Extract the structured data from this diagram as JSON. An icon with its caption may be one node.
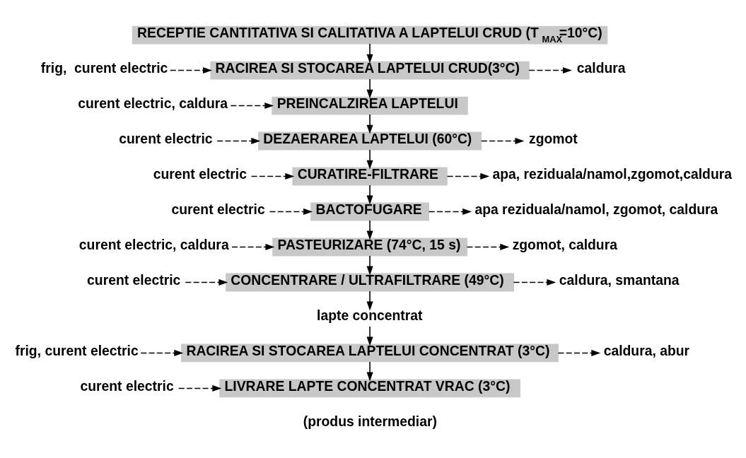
{
  "diagram": {
    "nodes": [
      {
        "text": [
          "RECEPTIE CANTITATIVA SI CALITATIVA A LAPTELUI CRUD (T$_{MAX}$=10°C)"
        ]
      },
      {
        "text": [
          "frig,  curent electric"
        ]
      },
      {
        "text": [
          "RACIREA SI STOCAREA LAPTELUI CRUD(3°C)"
        ]
      },
      {
        "text": [
          "caldura"
        ]
      },
      {
        "text": [
          "curent electric, caldura"
        ]
      },
      {
        "text": [
          "PREINCALZIREA LAPTELUI"
        ]
      },
      {
        "text": [
          "curent electric"
        ]
      },
      {
        "text": [
          "DEZAERAREA LAPTELUI (60°C)"
        ]
      },
      {
        "text": [
          "zgomot"
        ]
      },
      {
        "text": [
          "curent electric"
        ]
      },
      {
        "text": [
          "CURATIRE-FILTRARE"
        ]
      },
      {
        "text": [
          "apa, reziduala/namol,zgomot,caldura"
        ]
      },
      {
        "text": [
          "curent electric"
        ]
      },
      {
        "text": [
          "BACTOFUGARE"
        ]
      },
      {
        "text": [
          "apa reziduala/namol, zgomot, caldura"
        ]
      },
      {
        "text": [
          "curent electric, caldura"
        ]
      },
      {
        "text": [
          "PASTEURIZARE (74°C, 15 s)"
        ]
      },
      {
        "text": [
          "zgomot, caldura"
        ]
      },
      {
        "text": [
          "curent electric"
        ]
      },
      {
        "text": [
          "CONCENTRARE / ULTRAFILTRARE (49°C)"
        ]
      },
      {
        "text": [
          "caldura, smantana"
        ]
      },
      {
        "text": [
          "lapte concentrat"
        ]
      },
      {
        "text": [
          "frig, curent electric"
        ]
      },
      {
        "text": [
          "RACIREA SI STOCAREA LAPTELUI CONCENTRAT (3°C)"
        ]
      },
      {
        "text": [
          "caldura, abur"
        ]
      },
      {
        "text": [
          "curent electric"
        ]
      },
      {
        "text": [
          "LIVRARE LAPTE CONCENTRAT VRAC (3°C)"
        ],
        "beside": [
          "(produs intermediar)"
        ]
      }
    ],
    "edges": [
      {
        "from": 0,
        "to": 2,
        "arrow": "to"
      },
      {
        "from": 1,
        "to": 2,
        "arrow": "to",
        "style": "dashed"
      },
      {
        "from": 2,
        "to": 3,
        "arrow": "to",
        "style": "dashed"
      },
      {
        "from": 2,
        "to": 5,
        "arrow": "to"
      },
      {
        "from": 4,
        "to": 5,
        "arrow": "to",
        "style": "dashed"
      },
      {
        "from": 5,
        "to": 7,
        "arrow": "to"
      },
      {
        "from": 6,
        "to": 7,
        "arrow": "to",
        "style": "dashed"
      },
      {
        "from": 7,
        "to": 8,
        "arrow": "to",
        "style": "dashed"
      },
      {
        "from": 7,
        "to": 10,
        "arrow": "to"
      },
      {
        "from": 9,
        "to": 10,
        "arrow": "to",
        "style": "dashed"
      },
      {
        "from": 10,
        "to": 11,
        "arrow": "to",
        "style": "dashed"
      },
      {
        "from": 10,
        "to": 13,
        "arrow": "to"
      },
      {
        "from": 12,
        "to": 13,
        "arrow": "to",
        "style": "dashed"
      },
      {
        "from": 13,
        "to": 14,
        "arrow": "to",
        "style": "dashed"
      },
      {
        "from": 13,
        "to": 16,
        "arrow": "to"
      },
      {
        "from": 15,
        "to": 16,
        "arrow": "to",
        "style": "dashed"
      },
      {
        "from": 16,
        "to": 17,
        "arrow": "to",
        "style": "dashed"
      },
      {
        "from": 16,
        "to": 19,
        "arrow": "to"
      },
      {
        "from": 18,
        "to": 19,
        "arrow": "to",
        "style": "dashed"
      },
      {
        "from": 19,
        "to": 20,
        "arrow": "to",
        "style": "dashed"
      },
      {
        "from": 19,
        "to": 21,
        "arrow": "to"
      },
      {
        "from": 21,
        "to": 23,
        "arrow": "to"
      },
      {
        "from": 22,
        "to": 23,
        "arrow": "to",
        "style": "dashed"
      },
      {
        "from": 23,
        "to": 24,
        "arrow": "to",
        "style": "dashed"
      },
      {
        "from": 23,
        "to": 26,
        "arrow": "to"
      },
      {
        "from": 25,
        "to": 26,
        "arrow": "to",
        "style": "dashed"
      }
    ]
  }
}
